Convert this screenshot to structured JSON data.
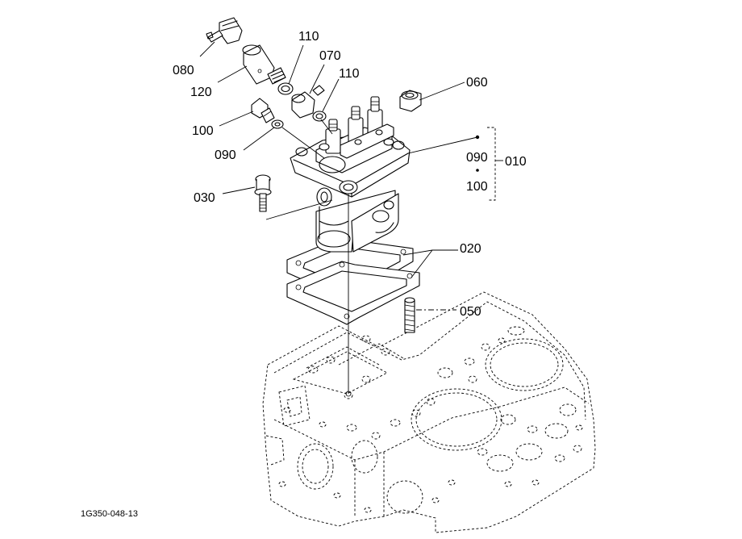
{
  "figure_id": "1G350-048-13",
  "labels": {
    "l080": "080",
    "l120": "120",
    "l110a": "110",
    "l070": "070",
    "l110b": "110",
    "l100a": "100",
    "l090a": "090",
    "l060": "060",
    "l030": "030",
    "l090b": "090",
    "l100b": "100",
    "l010": "010",
    "l020": "020",
    "l050": "050"
  }
}
